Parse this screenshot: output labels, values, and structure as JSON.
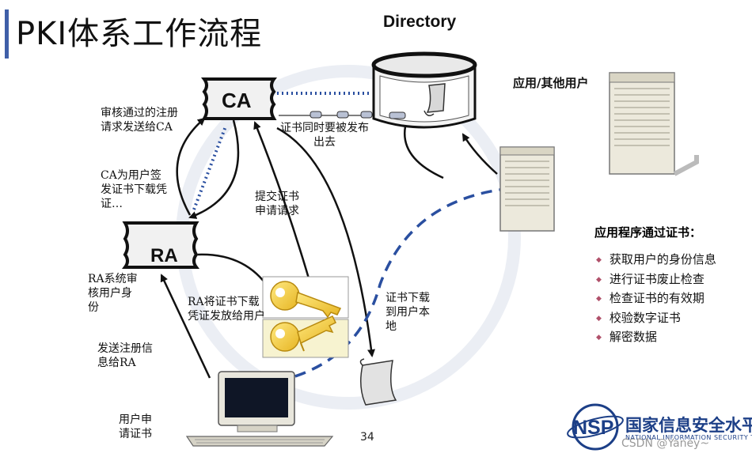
{
  "title": "PKI体系工作流程",
  "nodes": {
    "directory": "Directory",
    "ca": "CA",
    "ra": "RA"
  },
  "labels": {
    "ra_to_ca": "审核通过的注册\n请求发送给CA",
    "ca_to_ra": "CA为用户签\n发证书下载凭\n证…",
    "publish": "证书同时要被发布\n出去",
    "submit": "提交证书\n申请请求",
    "ra_review": "RA系统审\n核用户身\n份",
    "ra_send": "RA将证书下载\n凭证发放给用户",
    "download": "证书下载\n到用户本\n地",
    "send_reg": "发送注册信\n息给RA",
    "user_apply": "用户申\n请证书",
    "app_users": "应用/其他用户"
  },
  "apps": {
    "title": "应用程序通过证书：",
    "items": [
      "获取用户的身份信息",
      "进行证书废止检查",
      "检查证书的有效期",
      "校验数字证书",
      "解密数据"
    ]
  },
  "page_number": "34",
  "logo": {
    "mark": "NSP",
    "name": "国家信息安全水平",
    "subtitle": "NATIONAL INFORMATION SECURITY TEST"
  },
  "watermark": "CSDN @Yaney~",
  "colors": {
    "accent_blue": "#2a4fa0",
    "title_bar": "#3f5fa8",
    "bullet": "#b0506a"
  }
}
